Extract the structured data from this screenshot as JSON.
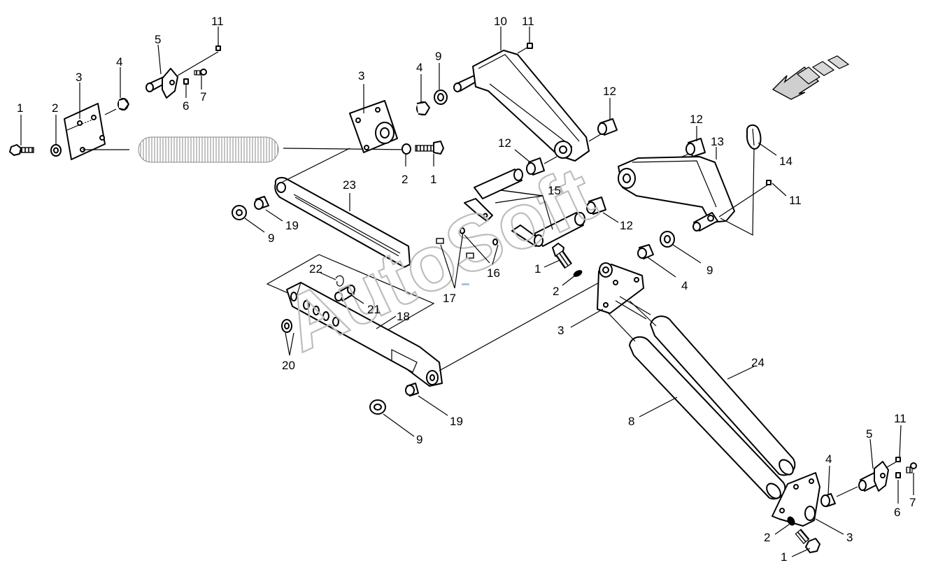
{
  "watermark": "AutoSoft",
  "watermark_small": "www",
  "callouts": [
    {
      "id": "c-1a",
      "text": "1"
    },
    {
      "id": "c-2a",
      "text": "2"
    },
    {
      "id": "c-3a",
      "text": "3"
    },
    {
      "id": "c-4a",
      "text": "4"
    },
    {
      "id": "c-5a",
      "text": "5"
    },
    {
      "id": "c-6a",
      "text": "6"
    },
    {
      "id": "c-7a",
      "text": "7"
    },
    {
      "id": "c-11a",
      "text": "11"
    },
    {
      "id": "c-3b",
      "text": "3"
    },
    {
      "id": "c-4b",
      "text": "4"
    },
    {
      "id": "c-9a",
      "text": "9"
    },
    {
      "id": "c-10",
      "text": "10"
    },
    {
      "id": "c-11b",
      "text": "11"
    },
    {
      "id": "c-12a",
      "text": "12"
    },
    {
      "id": "c-12b",
      "text": "12"
    },
    {
      "id": "c-2b",
      "text": "2"
    },
    {
      "id": "c-1b",
      "text": "1"
    },
    {
      "id": "c-12c",
      "text": "12"
    },
    {
      "id": "c-13",
      "text": "13"
    },
    {
      "id": "c-14",
      "text": "14"
    },
    {
      "id": "c-11c",
      "text": "11"
    },
    {
      "id": "c-15",
      "text": "15"
    },
    {
      "id": "c-23",
      "text": "23"
    },
    {
      "id": "c-19a",
      "text": "19"
    },
    {
      "id": "c-9b",
      "text": "9"
    },
    {
      "id": "c-12d",
      "text": "12"
    },
    {
      "id": "c-16",
      "text": "16"
    },
    {
      "id": "c-1c",
      "text": "1"
    },
    {
      "id": "c-2c",
      "text": "2"
    },
    {
      "id": "c-9c",
      "text": "9"
    },
    {
      "id": "c-4c",
      "text": "4"
    },
    {
      "id": "c-17",
      "text": "17"
    },
    {
      "id": "c-22",
      "text": "22"
    },
    {
      "id": "c-21",
      "text": "21"
    },
    {
      "id": "c-18",
      "text": "18"
    },
    {
      "id": "c-3c",
      "text": "3"
    },
    {
      "id": "c-20",
      "text": "20"
    },
    {
      "id": "c-24",
      "text": "24"
    },
    {
      "id": "c-8",
      "text": "8"
    },
    {
      "id": "c-19b",
      "text": "19"
    },
    {
      "id": "c-9d",
      "text": "9"
    },
    {
      "id": "c-11d",
      "text": "11"
    },
    {
      "id": "c-5b",
      "text": "5"
    },
    {
      "id": "c-4d",
      "text": "4"
    },
    {
      "id": "c-7b",
      "text": "7"
    },
    {
      "id": "c-6b",
      "text": "6"
    },
    {
      "id": "c-2d",
      "text": "2"
    },
    {
      "id": "c-3d",
      "text": "3"
    },
    {
      "id": "c-1d",
      "text": "1"
    }
  ]
}
